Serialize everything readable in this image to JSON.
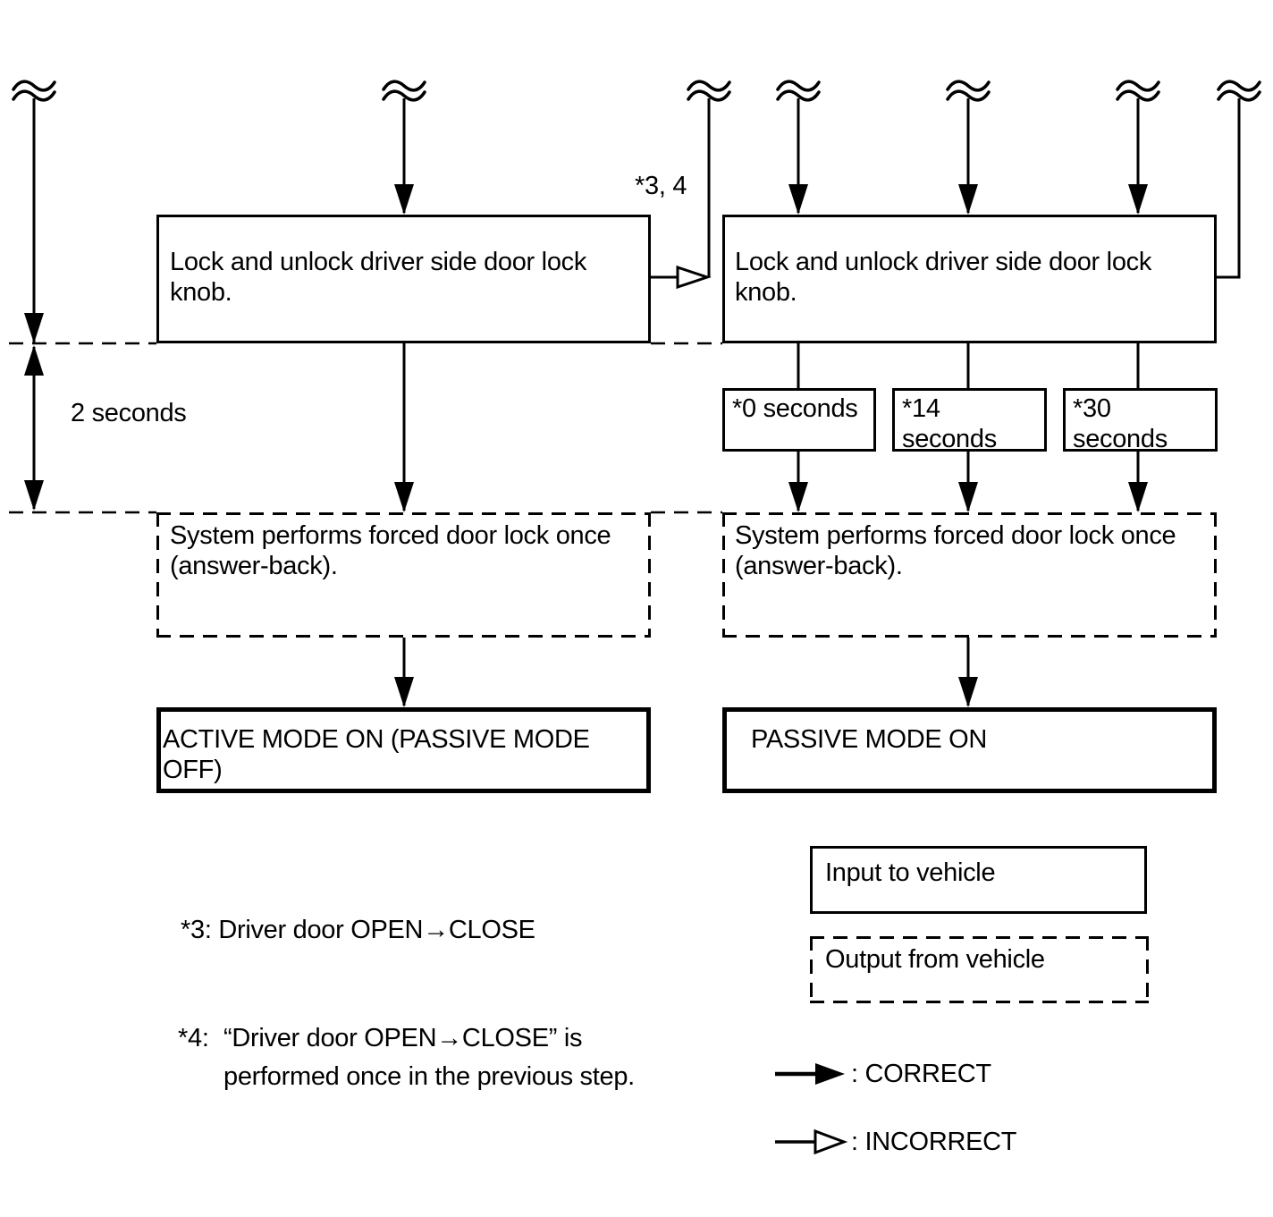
{
  "diagram": {
    "left_flow": {
      "action": "Lock and unlock driver side door lock knob.",
      "interval_label": "2 seconds",
      "result_line1": "System performs forced door lock once",
      "result_line2": "(answer-back).",
      "outcome": "ACTIVE MODE ON (PASSIVE MODE OFF)"
    },
    "right_flow": {
      "action": "Lock and unlock driver side door lock knob.",
      "timings": [
        "*0 seconds",
        "*14 seconds",
        "*30 seconds"
      ],
      "result_line1": "System performs forced door lock once",
      "result_line2": "(answer-back).",
      "outcome": "PASSIVE MODE ON"
    },
    "incorrect_label": "*3, 4",
    "notes": {
      "note3": "*3: Driver door OPEN→CLOSE",
      "note4_prefix": "*4:",
      "note4_line1": "“Driver door OPEN→CLOSE” is",
      "note4_line2": "performed once in the previous step."
    },
    "legend": {
      "input_box": "Input to vehicle",
      "output_box": "Output from vehicle",
      "correct": ": CORRECT",
      "incorrect": ": INCORRECT"
    },
    "colors": {
      "ink": "#000000",
      "background": "#ffffff"
    }
  }
}
